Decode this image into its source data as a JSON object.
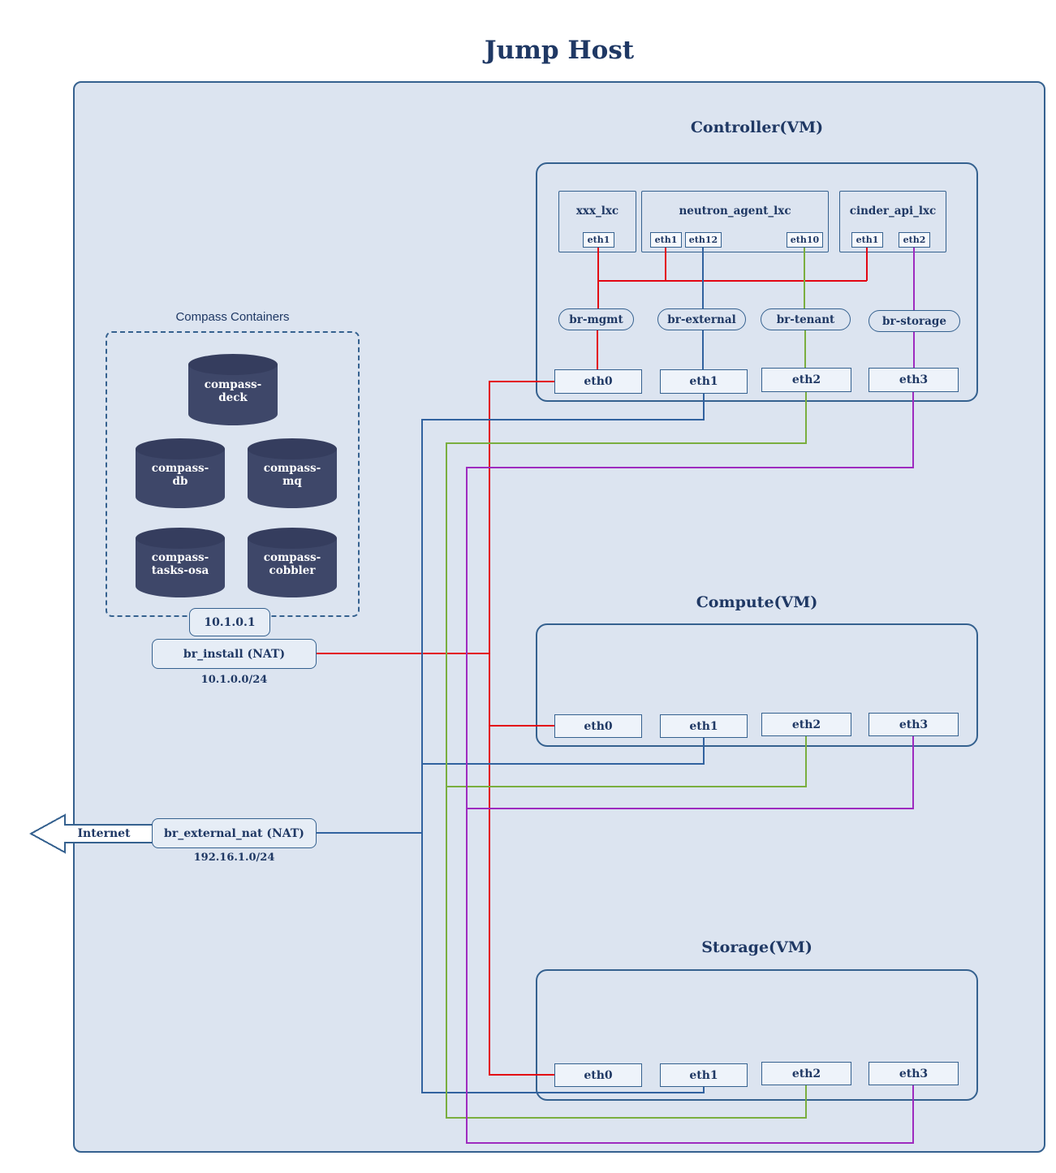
{
  "title": "Jump Host",
  "colors": {
    "mgmt": "#e30613",
    "external": "#31629f",
    "tenant": "#7aae3f",
    "storage": "#9e2bbf"
  },
  "compass": {
    "title": "Compass Containers",
    "cylinders": [
      "compass-deck",
      "compass-db",
      "compass-mq",
      "compass-tasks-osa",
      "compass-cobbler"
    ]
  },
  "controller": {
    "title": "Controller(VM)",
    "lxc": [
      {
        "name": "xxx_lxc",
        "ports": [
          "eth1"
        ]
      },
      {
        "name": "neutron_agent_lxc",
        "ports": [
          "eth1",
          "eth12",
          "eth10"
        ]
      },
      {
        "name": "cinder_api_lxc",
        "ports": [
          "eth1",
          "eth2"
        ]
      }
    ],
    "bridges": [
      "br-mgmt",
      "br-external",
      "br-tenant",
      "br-storage"
    ],
    "nics": [
      "eth0",
      "eth1",
      "eth2",
      "eth3"
    ]
  },
  "compute": {
    "title": "Compute(VM)",
    "nics": [
      "eth0",
      "eth1",
      "eth2",
      "eth3"
    ]
  },
  "storage": {
    "title": "Storage(VM)",
    "nics": [
      "eth0",
      "eth1",
      "eth2",
      "eth3"
    ]
  },
  "install_net": {
    "gateway": "10.1.0.1",
    "bridge": "br_install (NAT)",
    "subnet": "10.1.0.0/24"
  },
  "external_net": {
    "internet": "Internet",
    "bridge": "br_external_nat (NAT)",
    "subnet": "192.16.1.0/24"
  }
}
